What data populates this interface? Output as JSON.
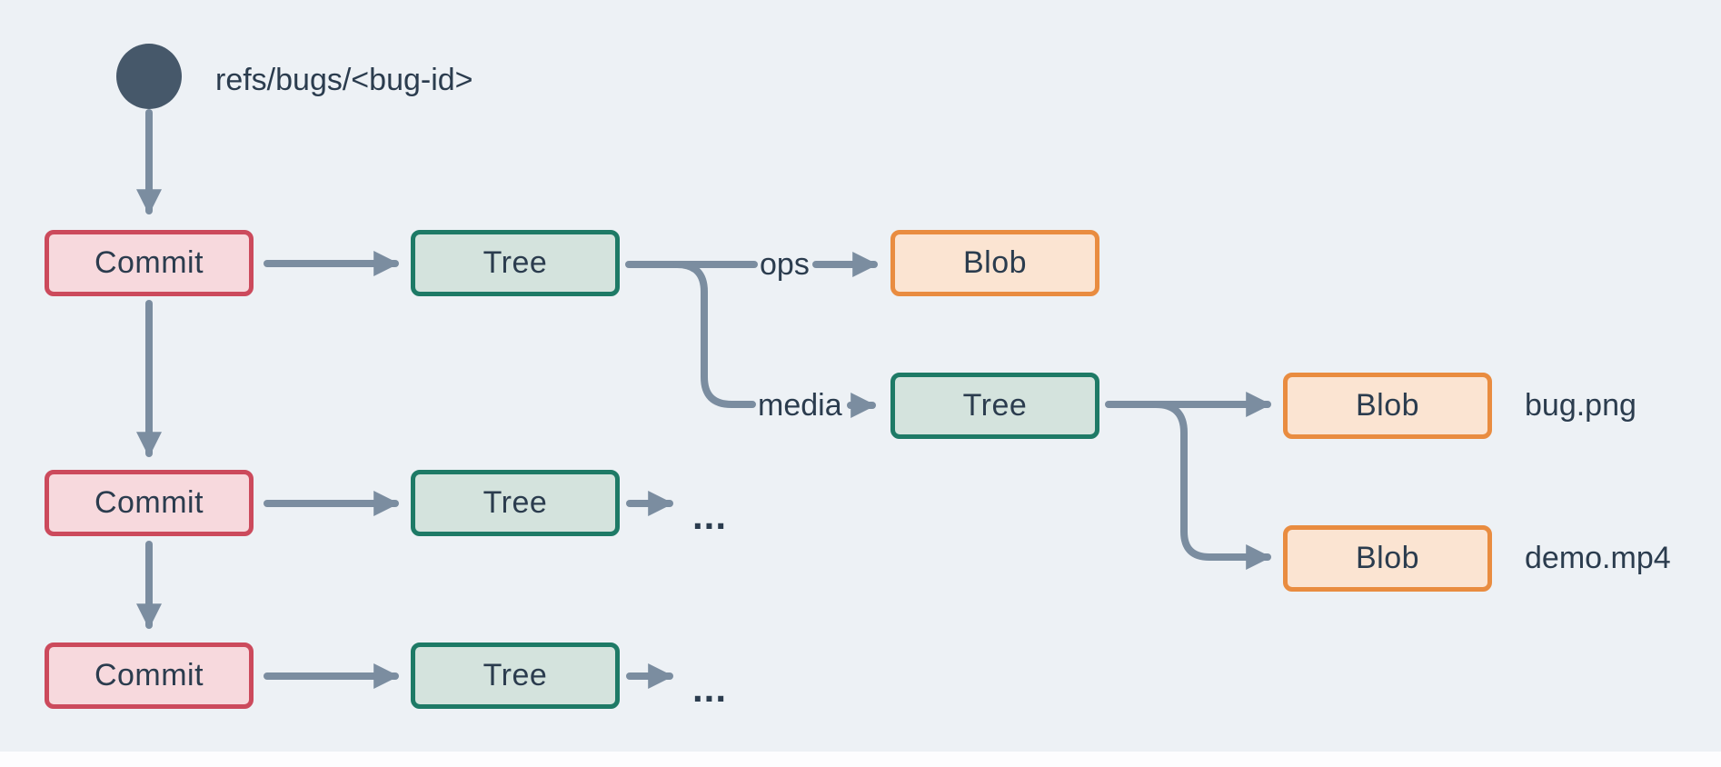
{
  "diagram": {
    "ref_label": "refs/bugs/<bug-id>",
    "node_labels": {
      "commit": "Commit",
      "tree": "Tree",
      "blob": "Blob"
    },
    "edge_labels": {
      "ops": "ops",
      "media": "media"
    },
    "file_labels": {
      "bug": "bug.png",
      "demo": "demo.mp4"
    },
    "ellipsis": "...",
    "colors": {
      "background": "#edf1f5",
      "arrow": "#7b8da0",
      "ref_circle": "#46586a",
      "text": "#2b3c4e",
      "commit_fill": "#f7d9dd",
      "commit_border": "#cc4a5c",
      "tree_fill": "#d4e3dd",
      "tree_border": "#1e7a66",
      "blob_fill": "#fbe4d2",
      "blob_border": "#e98c40"
    }
  }
}
